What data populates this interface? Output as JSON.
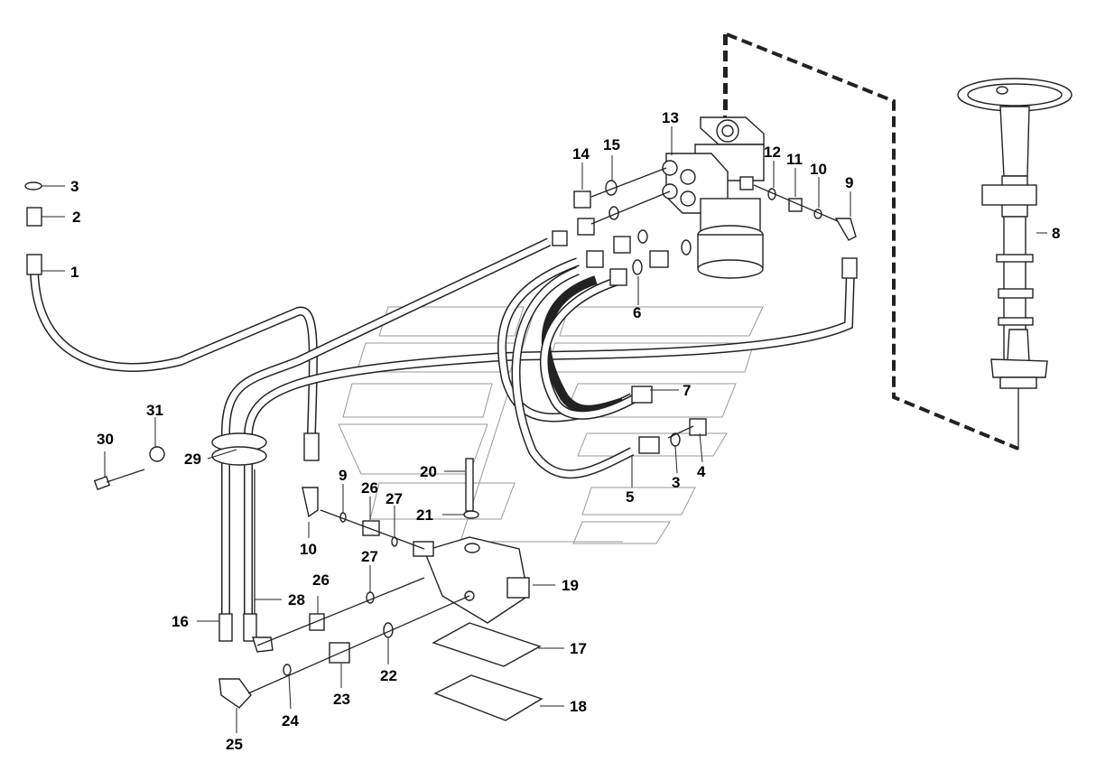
{
  "diagram": {
    "callouts": [
      {
        "id": "c1",
        "text": "1"
      },
      {
        "id": "c2",
        "text": "2"
      },
      {
        "id": "c3a",
        "text": "3"
      },
      {
        "id": "c3b",
        "text": "3"
      },
      {
        "id": "c4",
        "text": "4"
      },
      {
        "id": "c5",
        "text": "5"
      },
      {
        "id": "c6",
        "text": "6"
      },
      {
        "id": "c7",
        "text": "7"
      },
      {
        "id": "c8",
        "text": "8"
      },
      {
        "id": "c9a",
        "text": "9"
      },
      {
        "id": "c9b",
        "text": "9"
      },
      {
        "id": "c10a",
        "text": "10"
      },
      {
        "id": "c10b",
        "text": "10"
      },
      {
        "id": "c11",
        "text": "11"
      },
      {
        "id": "c12",
        "text": "12"
      },
      {
        "id": "c13",
        "text": "13"
      },
      {
        "id": "c14",
        "text": "14"
      },
      {
        "id": "c15",
        "text": "15"
      },
      {
        "id": "c16",
        "text": "16"
      },
      {
        "id": "c17",
        "text": "17"
      },
      {
        "id": "c18",
        "text": "18"
      },
      {
        "id": "c19",
        "text": "19"
      },
      {
        "id": "c20",
        "text": "20"
      },
      {
        "id": "c21",
        "text": "21"
      },
      {
        "id": "c22",
        "text": "22"
      },
      {
        "id": "c23",
        "text": "23"
      },
      {
        "id": "c24",
        "text": "24"
      },
      {
        "id": "c25",
        "text": "25"
      },
      {
        "id": "c26a",
        "text": "26"
      },
      {
        "id": "c26b",
        "text": "26"
      },
      {
        "id": "c27a",
        "text": "27"
      },
      {
        "id": "c27b",
        "text": "27"
      },
      {
        "id": "c28",
        "text": "28"
      },
      {
        "id": "c29",
        "text": "29"
      },
      {
        "id": "c30",
        "text": "30"
      },
      {
        "id": "c31",
        "text": "31"
      }
    ]
  }
}
